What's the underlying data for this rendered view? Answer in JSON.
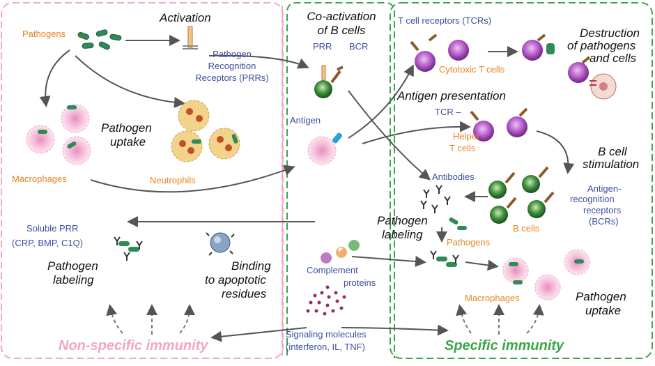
{
  "colors": {
    "nonspecific": "#f2a6c6",
    "specific": "#3aa64a",
    "label_orange": "#e8821e",
    "label_blue": "#3a4fa0",
    "pathogen_green": "#2e8b57",
    "macrophage_pink": "#f6c1dc",
    "neutrophil_yellow": "#f3d28a",
    "t_cell_purple": "#b65cc9",
    "b_cell_green": "#3f8f3f"
  },
  "icons": [
    "pathogen-rod",
    "macrophage-cell",
    "neutrophil-cell",
    "t-cell",
    "b-cell",
    "antibody-y",
    "complement-protein",
    "signaling-dots",
    "receptor"
  ],
  "titles": {
    "activation": "Activation",
    "coactivation_line1": "Co-activation",
    "coactivation_line2": "of B cells",
    "destruction_line1": "Destruction",
    "destruction_line2": "of pathogens",
    "destruction_line3": "and cells",
    "pathogen_uptake_left_1": "Pathogen",
    "pathogen_uptake_left_2": "uptake",
    "antigen_presentation": "Antigen presentation",
    "b_cell_stim_1": "B cell",
    "b_cell_stim_2": "stimulation",
    "pathogen_labeling_mid_1": "Pathogen",
    "pathogen_labeling_mid_2": "labeling",
    "pathogen_labeling_left_1": "Pathogen",
    "pathogen_labeling_left_2": "labeling",
    "binding_1": "Binding",
    "binding_2": "to apoptotic",
    "binding_3": "residues",
    "pathogen_uptake_right_1": "Pathogen",
    "pathogen_uptake_right_2": "uptake"
  },
  "labels": {
    "pathogens_top": "Pathogens",
    "prrs_1": "Pathogen",
    "prrs_2": "Recognition",
    "prrs_3": "Receptors (PRRs)",
    "prr": "PRR",
    "bcr": "BCR",
    "tcrs": "T cell receptors (TCRs)",
    "cytotoxic": "Cytotoxic T cells",
    "macrophages_left": "Macrophages",
    "neutrophils": "Neutrophils",
    "antigen": "Antigen",
    "tcr": "TCR –",
    "helper_1": "Helper",
    "helper_2": "T cells",
    "antibodies": "Antibodies",
    "antigen_recog_1": "Antigen-",
    "antigen_recog_2": "recognition",
    "antigen_recog_3": "receptors",
    "antigen_recog_4": "(BCRs)",
    "b_cells": "B cells",
    "pathogens_mid": "Pathogens",
    "soluble_prr_1": "Soluble PRR",
    "soluble_prr_2": "(CRP, BMP, C1Q)",
    "complement_1": "Complement",
    "complement_2": "proteins",
    "signaling_1": "Signaling molecules",
    "signaling_2": "(interferon, IL, TNF)",
    "macrophages_right": "Macrophages"
  },
  "footer": {
    "nonspecific": "Non-specific immunity",
    "specific": "Specific immunity"
  }
}
